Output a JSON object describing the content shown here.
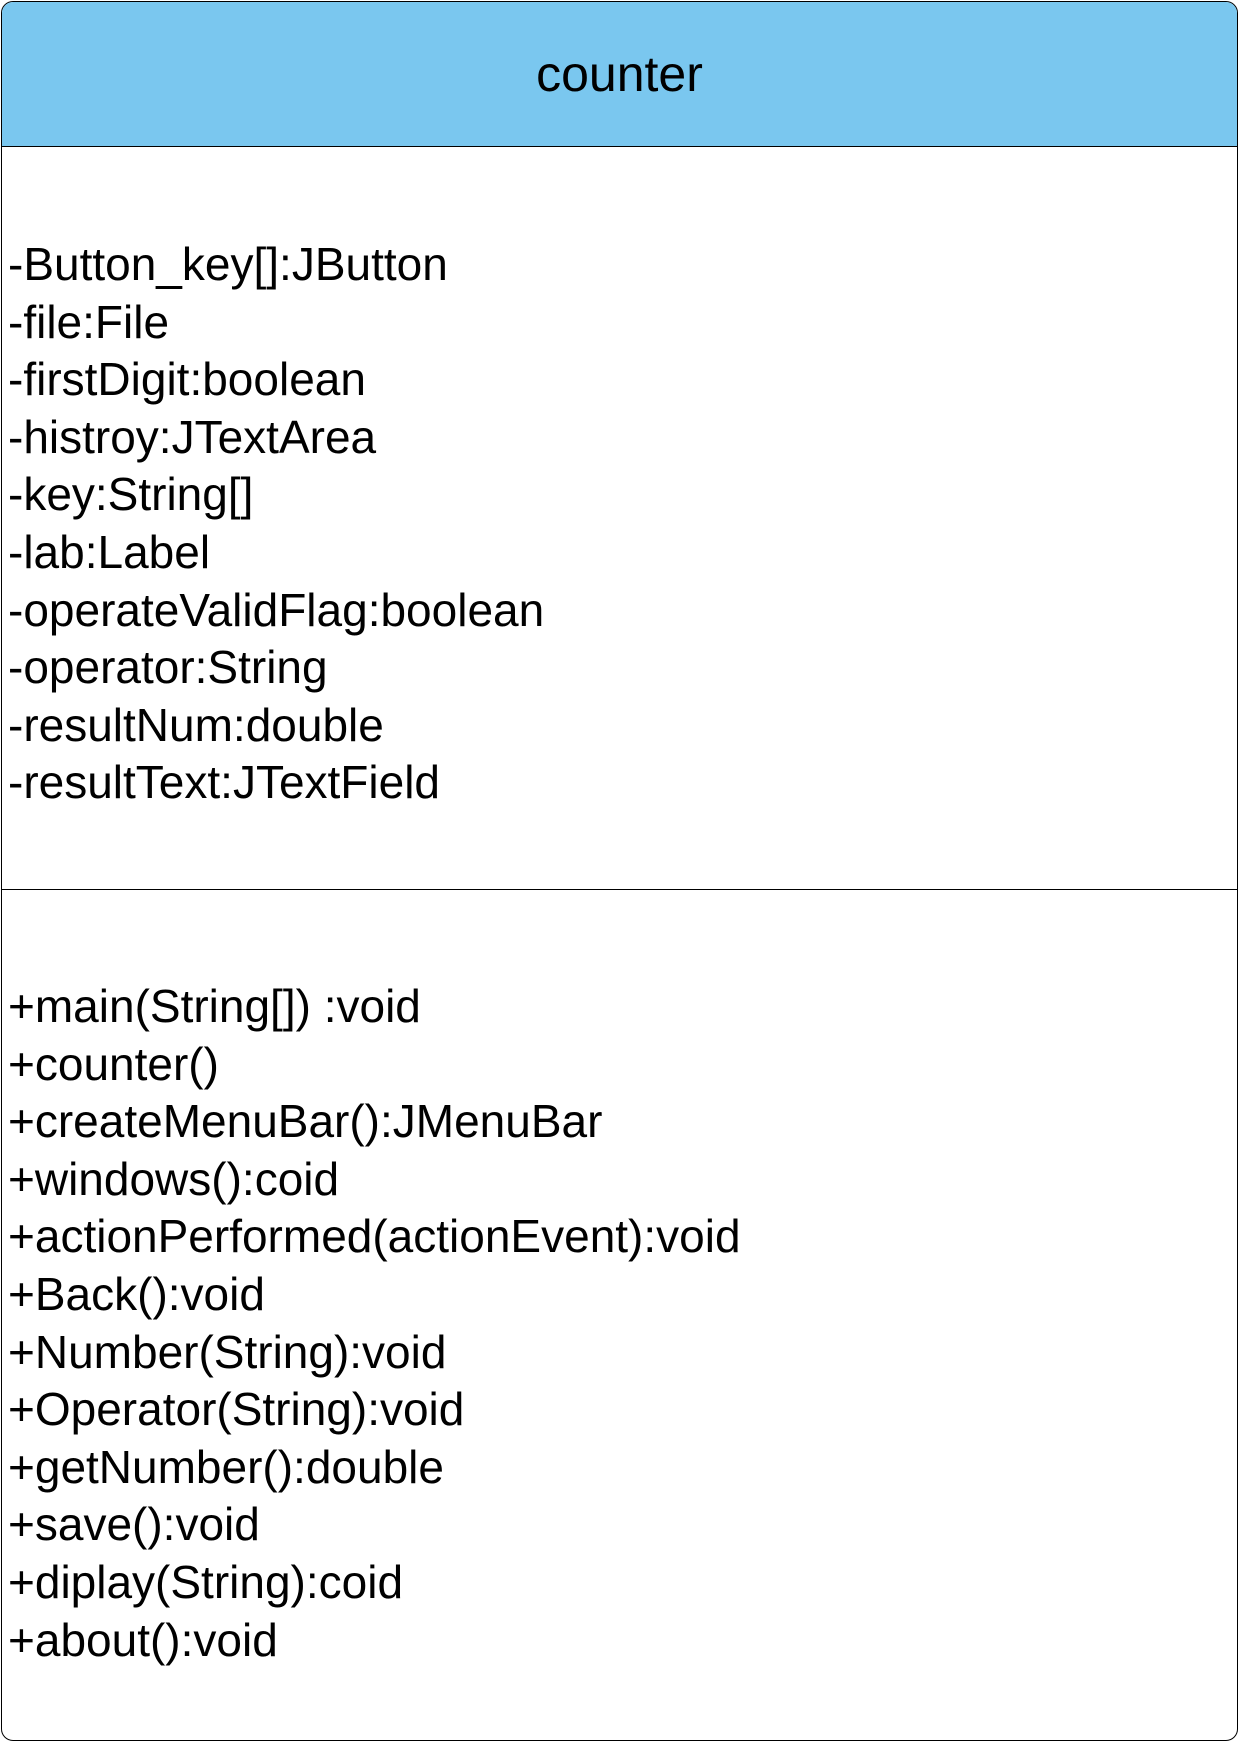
{
  "class": {
    "name": "counter",
    "attributes": [
      "-Button_key[]:JButton",
      "-file:File",
      "-firstDigit:boolean",
      "-histroy:JTextArea",
      "-key:String[]",
      "-lab:Label",
      "-operateValidFlag:boolean",
      "-operator:String",
      "-resultNum:double",
      "-resultText:JTextField"
    ],
    "methods": [
      "+main(String[]) :void",
      "+counter()",
      "+createMenuBar():JMenuBar",
      "+windows():coid",
      "+actionPerformed(actionEvent):void",
      "+Back():void",
      "+Number(String):void",
      "+Operator(String):void",
      "+getNumber():double",
      "+save():void",
      "+diplay(String):coid",
      "+about():void"
    ]
  },
  "colors": {
    "header_fill": "#7ac7ef",
    "border": "#000000",
    "body_fill": "#ffffff"
  }
}
